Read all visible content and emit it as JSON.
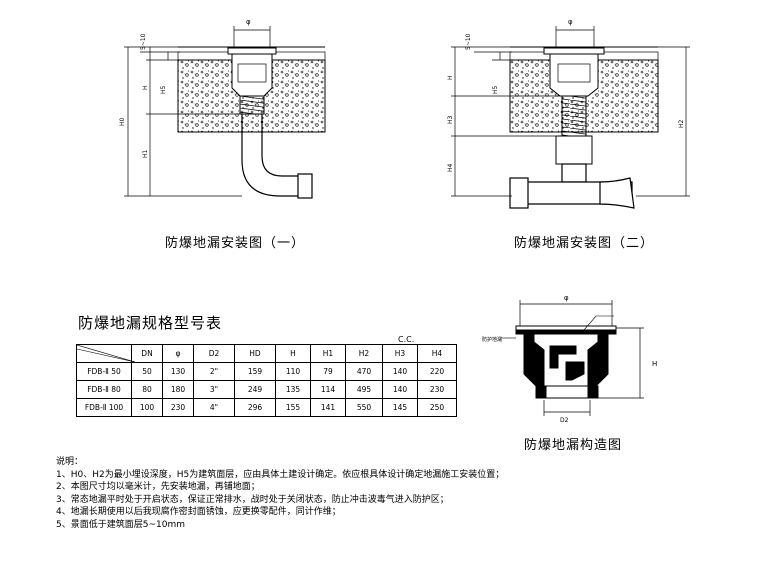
{
  "drawing1": {
    "caption": "防爆地漏安装图（一）",
    "dims": {
      "phi": "φ",
      "gap": "5~10",
      "h5": "H5",
      "h": "H",
      "h0": "H0",
      "h1": "H1"
    }
  },
  "drawing2": {
    "caption": "防爆地漏安装图（二）",
    "dims": {
      "phi": "φ",
      "gap": "5~10",
      "h5": "H5",
      "h": "H",
      "h2": "H2",
      "h3": "H3",
      "h4": "H4"
    }
  },
  "drawing3": {
    "caption": "防爆地漏构造图",
    "dims": {
      "phi": "φ",
      "h": "H",
      "d2": "D2"
    },
    "label": "防护地漏"
  },
  "table": {
    "title": "防爆地漏规格型号表",
    "unit": "C.C.",
    "headers": [
      "",
      "DN",
      "φ",
      "D2",
      "HD",
      "H",
      "H1",
      "H2",
      "H3",
      "H4"
    ],
    "rows": [
      [
        "FDB-Ⅱ 50",
        "50",
        "130",
        "2\"",
        "159",
        "110",
        "79",
        "470",
        "140",
        "220"
      ],
      [
        "FDB-Ⅱ 80",
        "80",
        "180",
        "3\"",
        "249",
        "135",
        "114",
        "495",
        "140",
        "230"
      ],
      [
        "FDB-Ⅱ 100",
        "100",
        "230",
        "4\"",
        "296",
        "155",
        "141",
        "550",
        "145",
        "250"
      ]
    ]
  },
  "notes": {
    "title": "说明：",
    "items": [
      "1、H0、H2为最小埋设深度，H5为建筑面层，应由具体土建设计确定。依应根具体设计确定地漏施工安装位置；",
      "2、本图尺寸均以毫米计，先安装地漏，再铺地面；",
      "3、常态地漏平时处于开启状态，保证正常排水，战时处于关闭状态，防止冲击波毒气进入防护区；",
      "4、地漏长期使用以后我现腐作密封面锈蚀，应更换零配件，同计作维；",
      "5、景面低于建筑面层5~10mm"
    ]
  }
}
